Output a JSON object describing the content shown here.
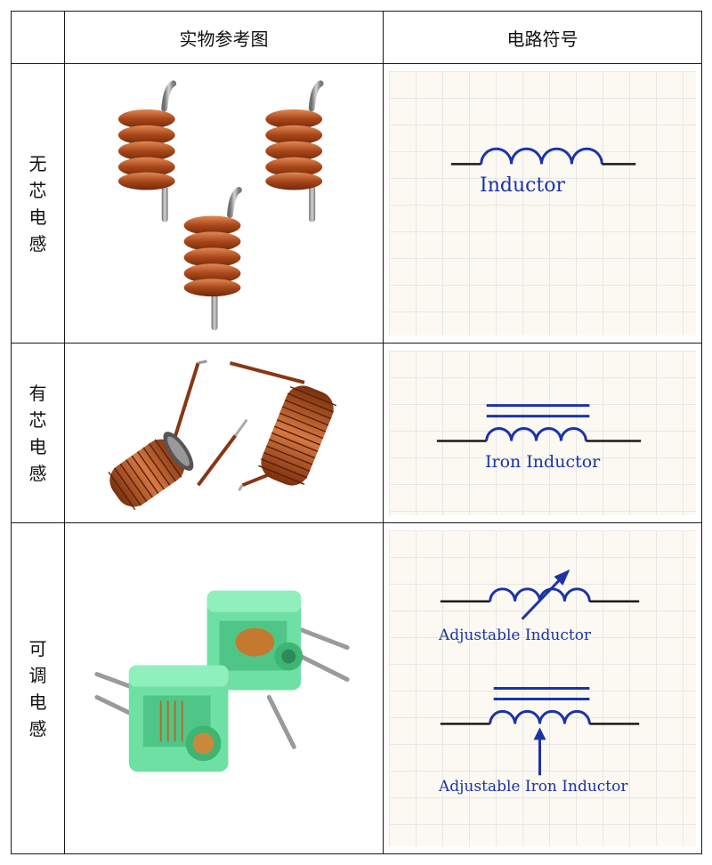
{
  "headers": {
    "col_photo": "实物参考图",
    "col_symbol": "电路符号"
  },
  "rows": [
    {
      "label": [
        "无",
        "芯",
        "电",
        "感"
      ],
      "symbols": [
        "Inductor"
      ]
    },
    {
      "label": [
        "有",
        "芯",
        "电",
        "感"
      ],
      "symbols": [
        "Iron Inductor"
      ]
    },
    {
      "label": [
        "可",
        "调",
        "电",
        "感"
      ],
      "symbols": [
        "Adjustable Inductor",
        "Adjustable Iron Inductor"
      ]
    }
  ],
  "colors": {
    "symbol_blue": "#1c33a8",
    "wire": "#1a1a1a",
    "copper": "#b5531f",
    "green_bobbin": "#6fe0a3"
  }
}
